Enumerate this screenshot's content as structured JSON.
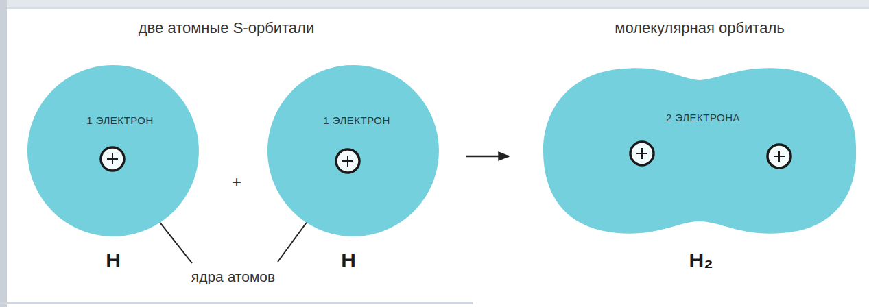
{
  "diagram": {
    "nodes": [
      {
        "text": [
          "1 ЭЛЕКТРОН",
          "H"
        ]
      },
      {
        "text": [
          "1 ЭЛЕКТРОН",
          "H"
        ]
      },
      {
        "text": [
          "2 ЭЛЕКТРОНА",
          "H₂"
        ]
      }
    ],
    "edges": [
      {
        "from": 1,
        "to": 2,
        "arrow": "to"
      }
    ],
    "labels": [
      "две атомные S-орбитали",
      "молекулярная орбиталь",
      "ядра атомов",
      "+"
    ]
  }
}
